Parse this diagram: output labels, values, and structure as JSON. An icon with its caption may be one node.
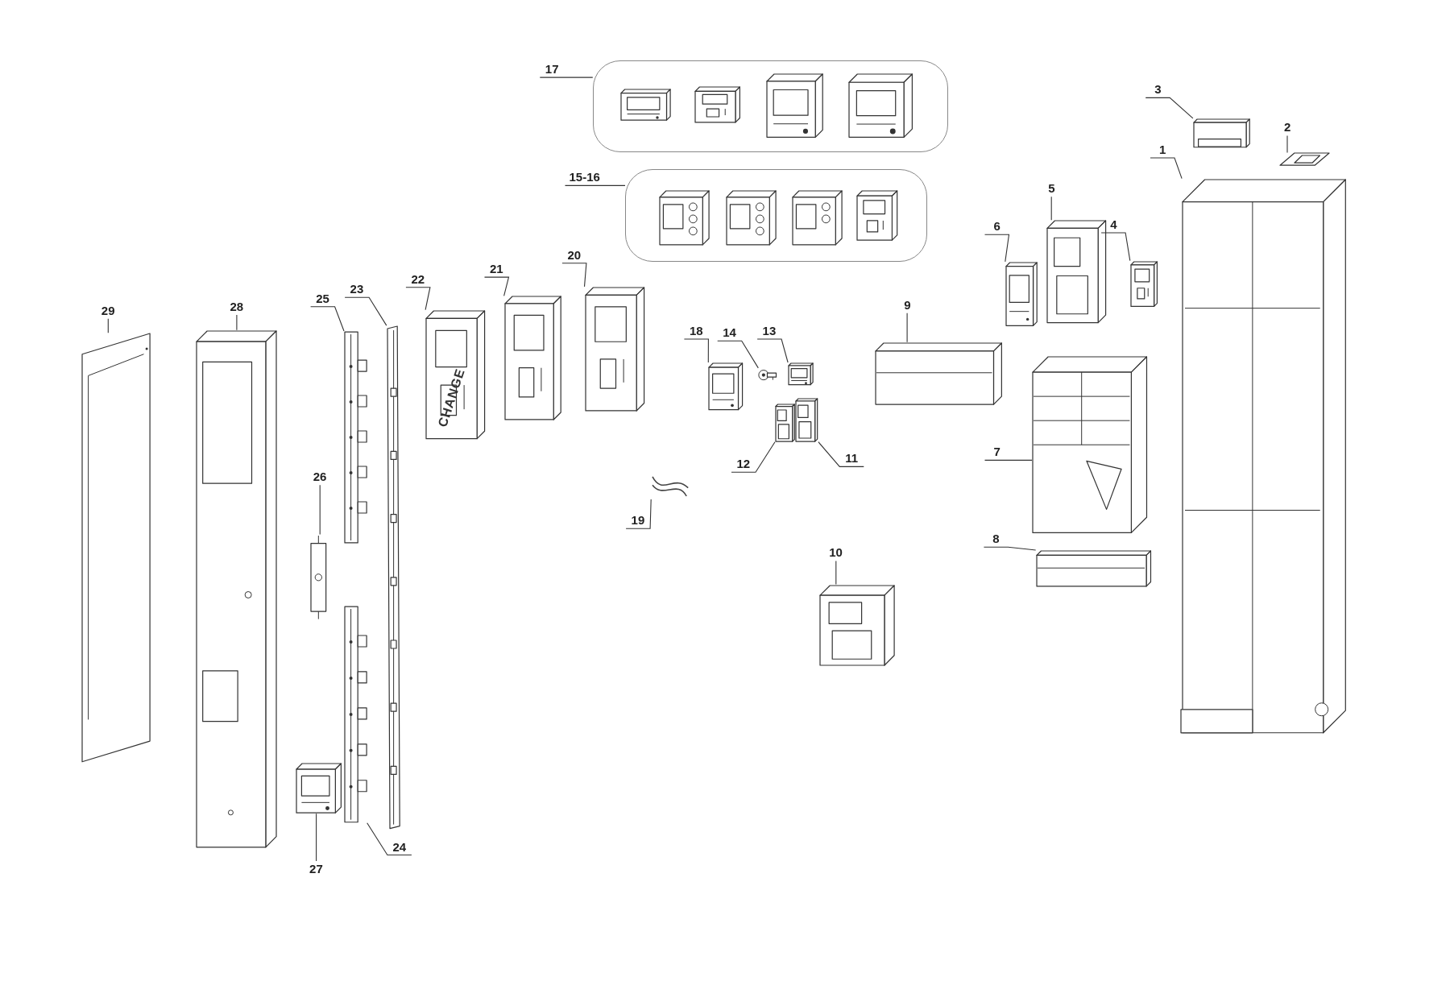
{
  "diagram": {
    "nodes": [
      {
        "text": [
          "1"
        ]
      },
      {
        "text": [],
        "shape": "picture"
      },
      {
        "text": [
          "2"
        ]
      },
      {
        "text": [],
        "shape": "picture"
      },
      {
        "text": [
          "3"
        ]
      },
      {
        "text": [],
        "shape": "picture"
      },
      {
        "text": [
          "4"
        ]
      },
      {
        "text": [],
        "shape": "picture"
      },
      {
        "text": [
          "5"
        ]
      },
      {
        "text": [],
        "shape": "picture"
      },
      {
        "text": [
          "6"
        ]
      },
      {
        "text": [],
        "shape": "picture"
      },
      {
        "text": [
          "7"
        ]
      },
      {
        "text": [],
        "shape": "picture"
      },
      {
        "text": [
          "8"
        ]
      },
      {
        "text": [],
        "shape": "picture"
      },
      {
        "text": [
          "9"
        ]
      },
      {
        "text": [],
        "shape": "picture"
      },
      {
        "text": [
          "10"
        ]
      },
      {
        "text": [],
        "shape": "picture"
      },
      {
        "text": [
          "11"
        ]
      },
      {
        "text": [],
        "shape": "picture"
      },
      {
        "text": [
          "12"
        ]
      },
      {
        "text": [],
        "shape": "picture"
      },
      {
        "text": [
          "13"
        ]
      },
      {
        "text": [],
        "shape": "picture"
      },
      {
        "text": [
          "14"
        ]
      },
      {
        "text": [],
        "shape": "picture"
      },
      {
        "text": [
          "15-16"
        ]
      },
      {
        "text": [],
        "shape": "box"
      },
      {
        "text": [],
        "shape": "picture",
        "in": 29
      },
      {
        "text": [],
        "shape": "picture",
        "in": 29
      },
      {
        "text": [],
        "shape": "picture",
        "in": 29
      },
      {
        "text": [],
        "shape": "picture",
        "in": 29
      },
      {
        "text": [
          "17"
        ]
      },
      {
        "text": [],
        "shape": "box"
      },
      {
        "text": [],
        "shape": "picture",
        "in": 35
      },
      {
        "text": [],
        "shape": "picture",
        "in": 35
      },
      {
        "text": [],
        "shape": "picture",
        "in": 35
      },
      {
        "text": [],
        "shape": "picture",
        "in": 35
      },
      {
        "text": [
          "18"
        ]
      },
      {
        "text": [],
        "shape": "picture"
      },
      {
        "text": [
          "19"
        ]
      },
      {
        "text": [],
        "shape": "picture"
      },
      {
        "text": [
          "20"
        ]
      },
      {
        "text": [],
        "shape": "picture"
      },
      {
        "text": [
          "21"
        ]
      },
      {
        "text": [],
        "shape": "picture"
      },
      {
        "text": [
          "22"
        ]
      },
      {
        "text": [],
        "shape": "picture"
      },
      {
        "text": [
          "23"
        ]
      },
      {
        "text": [],
        "shape": "picture"
      },
      {
        "text": [
          "24"
        ]
      },
      {
        "text": [],
        "shape": "picture"
      },
      {
        "text": [
          "25"
        ]
      },
      {
        "text": [],
        "shape": "picture"
      },
      {
        "text": [
          "26"
        ]
      },
      {
        "text": [],
        "shape": "picture"
      },
      {
        "text": [
          "27"
        ]
      },
      {
        "text": [],
        "shape": "picture"
      },
      {
        "text": [
          "28"
        ]
      },
      {
        "text": [],
        "shape": "picture"
      },
      {
        "text": [
          "29"
        ]
      },
      {
        "text": [],
        "shape": "picture"
      }
    ],
    "edges": [
      {
        "from": 0,
        "to": 1,
        "arrow": "none"
      },
      {
        "from": 2,
        "to": 3,
        "arrow": "none"
      },
      {
        "from": 4,
        "to": 5,
        "arrow": "none"
      },
      {
        "from": 6,
        "to": 7,
        "arrow": "none"
      },
      {
        "from": 8,
        "to": 9,
        "arrow": "none"
      },
      {
        "from": 10,
        "to": 11,
        "arrow": "none"
      },
      {
        "from": 12,
        "to": 13,
        "arrow": "none"
      },
      {
        "from": 14,
        "to": 15,
        "arrow": "none"
      },
      {
        "from": 16,
        "to": 17,
        "arrow": "none"
      },
      {
        "from": 18,
        "to": 19,
        "arrow": "none"
      },
      {
        "from": 20,
        "to": 21,
        "arrow": "none"
      },
      {
        "from": 22,
        "to": 23,
        "arrow": "none"
      },
      {
        "from": 24,
        "to": 25,
        "arrow": "none"
      },
      {
        "from": 26,
        "to": 27,
        "arrow": "none"
      },
      {
        "from": 28,
        "to": 29,
        "arrow": "none"
      },
      {
        "from": 34,
        "to": 35,
        "arrow": "none"
      },
      {
        "from": 40,
        "to": 41,
        "arrow": "none"
      },
      {
        "from": 42,
        "to": 43,
        "arrow": "none"
      },
      {
        "from": 44,
        "to": 45,
        "arrow": "none"
      },
      {
        "from": 46,
        "to": 47,
        "arrow": "none"
      },
      {
        "from": 48,
        "to": 49,
        "arrow": "none"
      },
      {
        "from": 50,
        "to": 51,
        "arrow": "none"
      },
      {
        "from": 52,
        "to": 53,
        "arrow": "none"
      },
      {
        "from": 54,
        "to": 55,
        "arrow": "none"
      },
      {
        "from": 56,
        "to": 57,
        "arrow": "none"
      },
      {
        "from": 58,
        "to": 59,
        "arrow": "none"
      },
      {
        "from": 60,
        "to": 61,
        "arrow": "none"
      },
      {
        "from": 62,
        "to": 63,
        "arrow": "none"
      }
    ],
    "labels": [
      "CHANGE"
    ]
  }
}
